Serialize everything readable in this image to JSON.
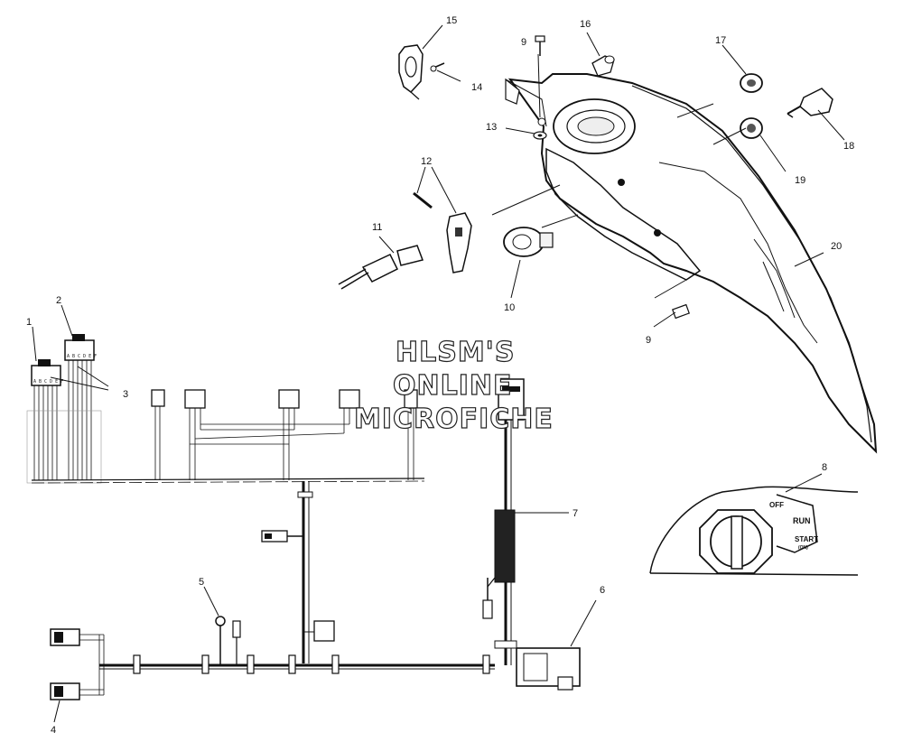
{
  "watermark": {
    "line1": "HLSM'S",
    "line2": "ONLINE",
    "line3": "MICROFICHE"
  },
  "callouts": [
    {
      "id": "c1",
      "text": "1"
    },
    {
      "id": "c2",
      "text": "2"
    },
    {
      "id": "c3",
      "text": "3"
    },
    {
      "id": "c4",
      "text": "4"
    },
    {
      "id": "c5",
      "text": "5"
    },
    {
      "id": "c6",
      "text": "6"
    },
    {
      "id": "c7",
      "text": "7"
    },
    {
      "id": "c8",
      "text": "8"
    },
    {
      "id": "c9a",
      "text": "9"
    },
    {
      "id": "c9b",
      "text": "9"
    },
    {
      "id": "c10",
      "text": "10"
    },
    {
      "id": "c11",
      "text": "11"
    },
    {
      "id": "c12",
      "text": "12"
    },
    {
      "id": "c13",
      "text": "13"
    },
    {
      "id": "c14",
      "text": "14"
    },
    {
      "id": "c15",
      "text": "15"
    },
    {
      "id": "c16",
      "text": "16"
    },
    {
      "id": "c17",
      "text": "17"
    },
    {
      "id": "c18",
      "text": "18"
    },
    {
      "id": "c19",
      "text": "19"
    },
    {
      "id": "c20",
      "text": "20"
    }
  ],
  "switch_positions": {
    "off": "OFF",
    "run": "RUN",
    "start": "START",
    "start_sub": "(ON)"
  },
  "connector_pins": {
    "part1": "A B C D E F",
    "part2": "A B C D E F"
  }
}
